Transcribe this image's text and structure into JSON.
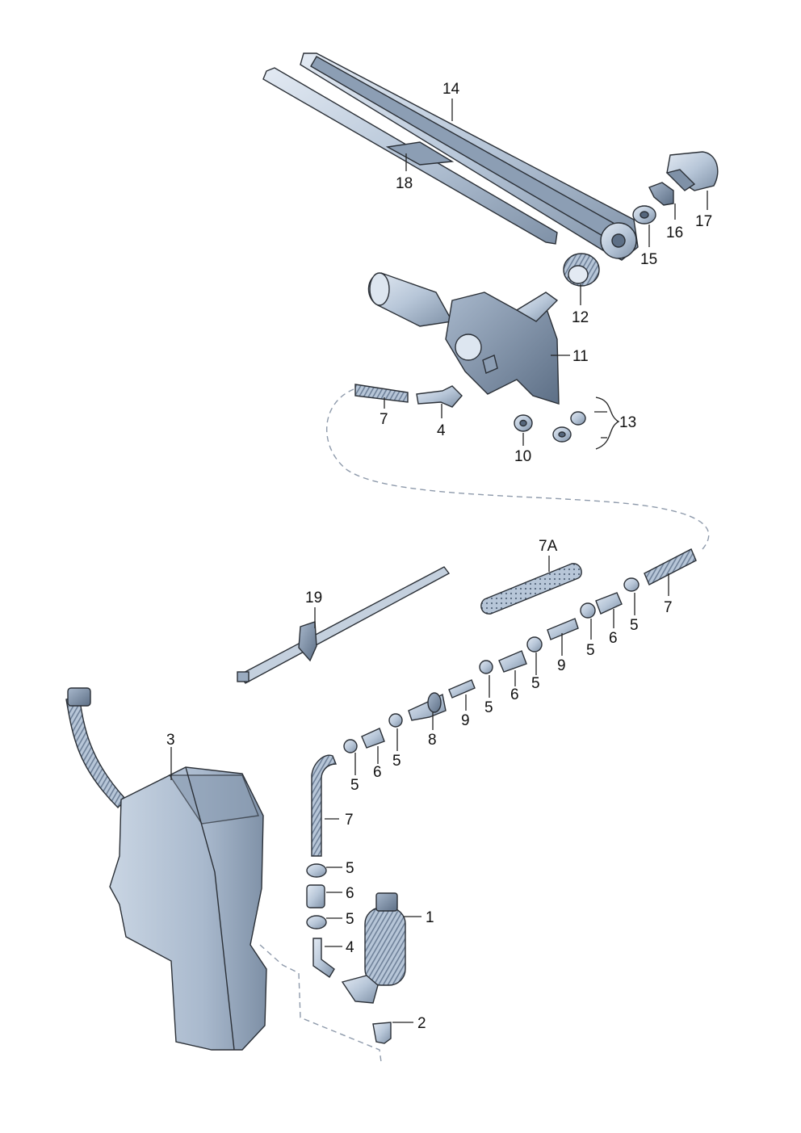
{
  "diagram": {
    "colors": {
      "part_fill": "#b7c6d8",
      "part_dark": "#7f91a7",
      "part_light": "#dde6f0",
      "outline": "#2a2f36",
      "dashed_line": "#8e9aab"
    },
    "callouts": {
      "c1": "1",
      "c2": "2",
      "c3": "3",
      "c4a": "4",
      "c4b": "4",
      "c5a": "5",
      "c5b": "5",
      "c5c": "5",
      "c5d": "5",
      "c5e": "5",
      "c5f": "5",
      "c5g": "5",
      "c6a": "6",
      "c6b": "6",
      "c6c": "6",
      "c6d": "6",
      "c7a": "7",
      "c7b": "7",
      "c7c": "7",
      "c7A": "7A",
      "c8": "8",
      "c9a": "9",
      "c9b": "9",
      "c10": "10",
      "c11": "11",
      "c12": "12",
      "c13": "13",
      "c14": "14",
      "c15": "15",
      "c16": "16",
      "c17": "17",
      "c18": "18",
      "c19": "19"
    }
  }
}
